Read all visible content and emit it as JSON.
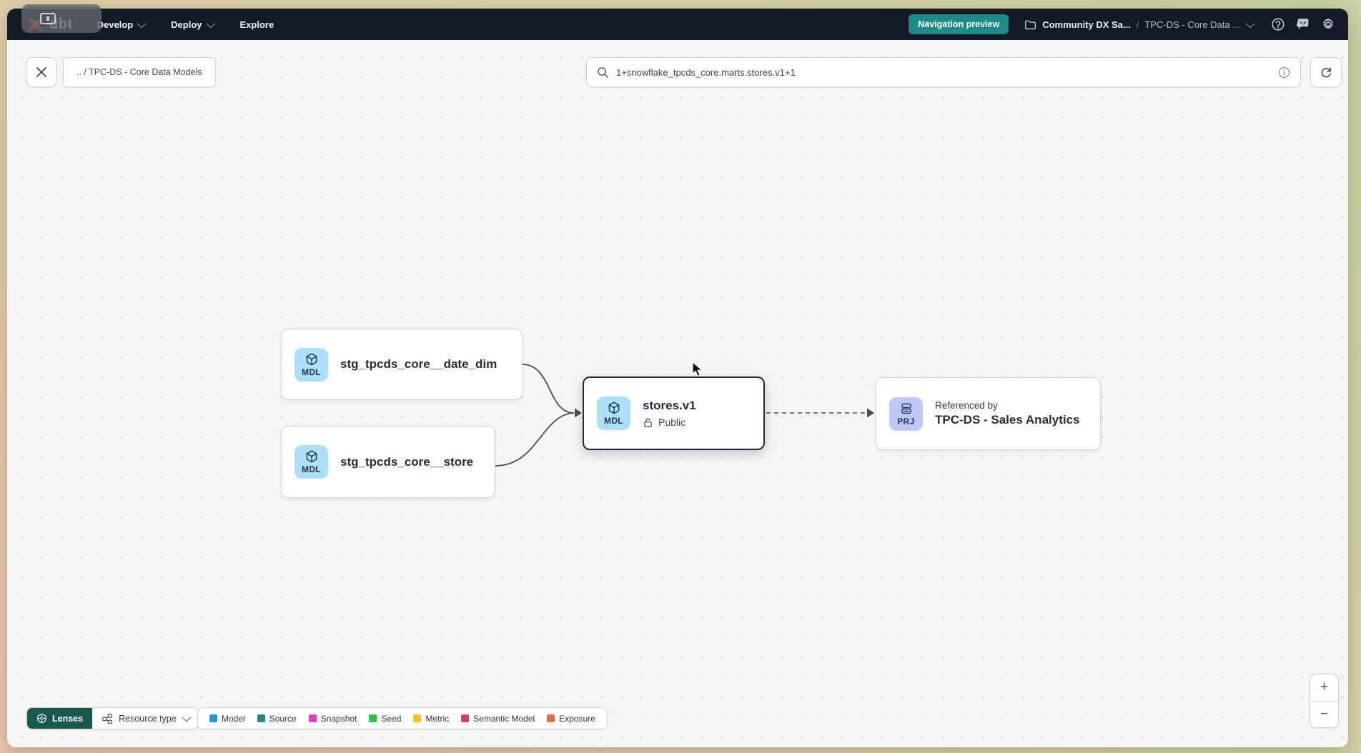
{
  "navbar": {
    "logo_text": "dbt",
    "menus": [
      {
        "label": "Develop"
      },
      {
        "label": "Deploy"
      },
      {
        "label": "Explore"
      }
    ],
    "preview_badge": "Navigation preview",
    "breadcrumb": {
      "project": "Community DX Sa...",
      "separator": "/",
      "current": "TPC-DS - Core Data ..."
    },
    "icons": [
      "help-icon",
      "feedback-icon",
      "settings-icon"
    ]
  },
  "toolbar": {
    "path_chip": ".. / TPC-DS - Core Data Models",
    "search_value": "1+snowflake_tpcds_core.marts.stores.v1+1"
  },
  "canvas": {
    "nodes": [
      {
        "badge": "MDL",
        "title": "stg_tpcds_core__date_dim"
      },
      {
        "badge": "MDL",
        "title": "stg_tpcds_core__store"
      },
      {
        "badge": "MDL",
        "title": "stores.v1",
        "access": "Public",
        "selected": true
      },
      {
        "badge": "PRJ",
        "subtitle": "Referenced by",
        "title": "TPC-DS - Sales Analytics"
      }
    ]
  },
  "footer": {
    "lenses_label": "Lenses",
    "resource_type_label": "Resource type",
    "legend": [
      {
        "label": "Model",
        "color": "#1e9ade"
      },
      {
        "label": "Source",
        "color": "#2e8787"
      },
      {
        "label": "Snapshot",
        "color": "#df3dbd"
      },
      {
        "label": "Seed",
        "color": "#2ec24b"
      },
      {
        "label": "Metric",
        "color": "#eec12d"
      },
      {
        "label": "Semantic Model",
        "color": "#e4395b"
      },
      {
        "label": "Exposure",
        "color": "#ec6742"
      }
    ],
    "zoom_in": "+",
    "zoom_out": "−"
  },
  "colors": {
    "navbar_bg": "#141b27",
    "accent_teal": "#1e8a89",
    "lenses_green": "#17594f",
    "model_badge": "#ade0f6",
    "project_badge": "#bfc9f7",
    "selected_border": "#1f2b38"
  }
}
